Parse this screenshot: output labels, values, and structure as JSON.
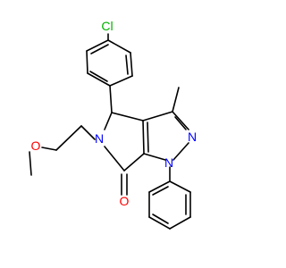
{
  "molecule": {
    "atoms": [
      {
        "key": "cl",
        "symbol": "Cl",
        "color": "#00b000"
      },
      {
        "key": "n5",
        "symbol": "N",
        "color": "#0000ff"
      },
      {
        "key": "n1",
        "symbol": "N",
        "color": "#0000ff"
      },
      {
        "key": "n2",
        "symbol": "N",
        "color": "#0000ff"
      },
      {
        "key": "o_ether",
        "symbol": "O",
        "color": "#ff0000"
      },
      {
        "key": "o_carbonyl",
        "symbol": "O",
        "color": "#ff0000"
      }
    ],
    "bond_color": "#000000"
  }
}
